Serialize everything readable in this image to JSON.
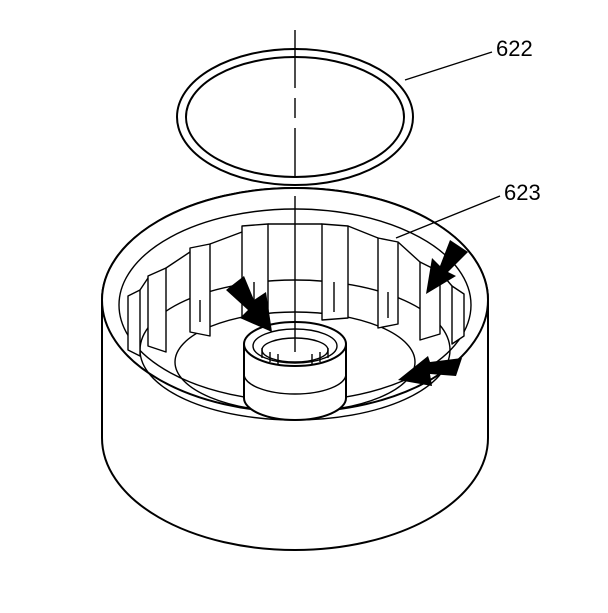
{
  "callouts": [
    {
      "id": "snap-ring",
      "label": "622"
    },
    {
      "id": "housing",
      "label": "623"
    }
  ],
  "arrow_count": 3
}
